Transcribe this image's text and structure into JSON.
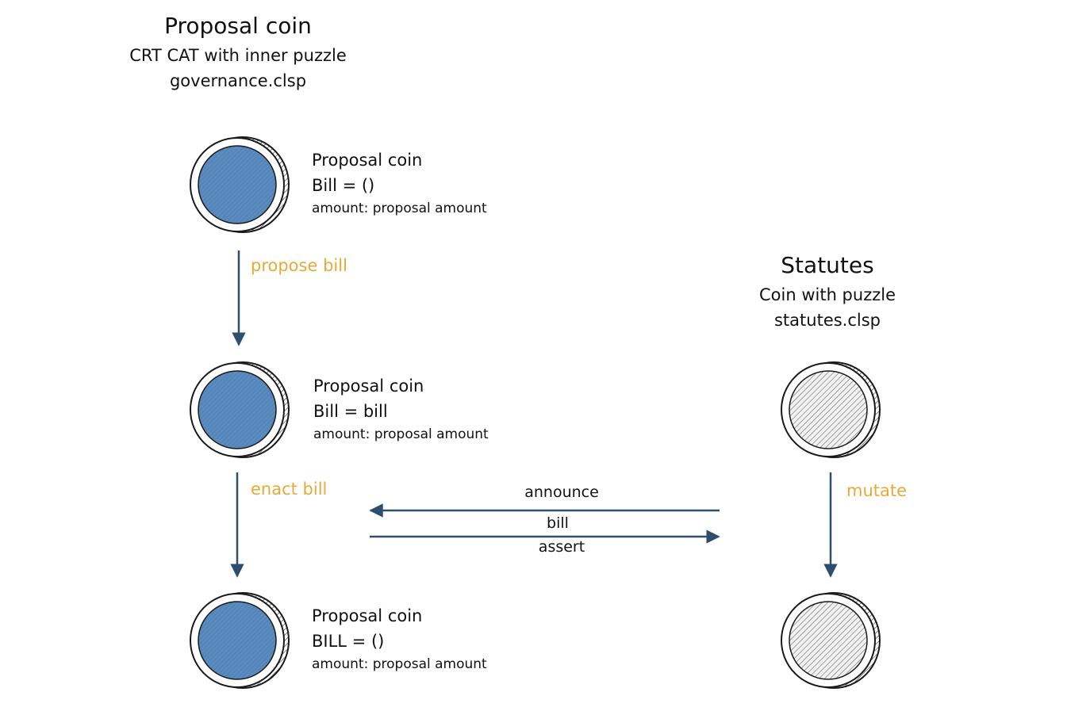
{
  "proposal_header": {
    "title": "Proposal coin",
    "subtitle": "CRT CAT with inner puzzle",
    "puzzle": "governance.clsp"
  },
  "statutes_header": {
    "title": "Statutes",
    "subtitle": "Coin with puzzle",
    "puzzle": "statutes.clsp"
  },
  "proposal_coins": [
    {
      "name": "Proposal coin",
      "state": "Bill = ()",
      "amount": "amount: proposal amount"
    },
    {
      "name": "Proposal coin",
      "state": "Bill = bill",
      "amount": "amount: proposal amount"
    },
    {
      "name": "Proposal coin",
      "state": "BILL = ()",
      "amount": "amount: proposal amount"
    }
  ],
  "actions": {
    "propose": "propose bill",
    "enact": "enact bill",
    "mutate": "mutate"
  },
  "messages": {
    "announce": "announce",
    "bill": "bill",
    "assert": "assert"
  },
  "colors": {
    "proposal_fill": "#5b8cbf",
    "statutes_fill": "#e9e9e9",
    "arrow": "#2f4e6e",
    "action_text": "#e8a93a",
    "outline": "#1a1a1a"
  }
}
